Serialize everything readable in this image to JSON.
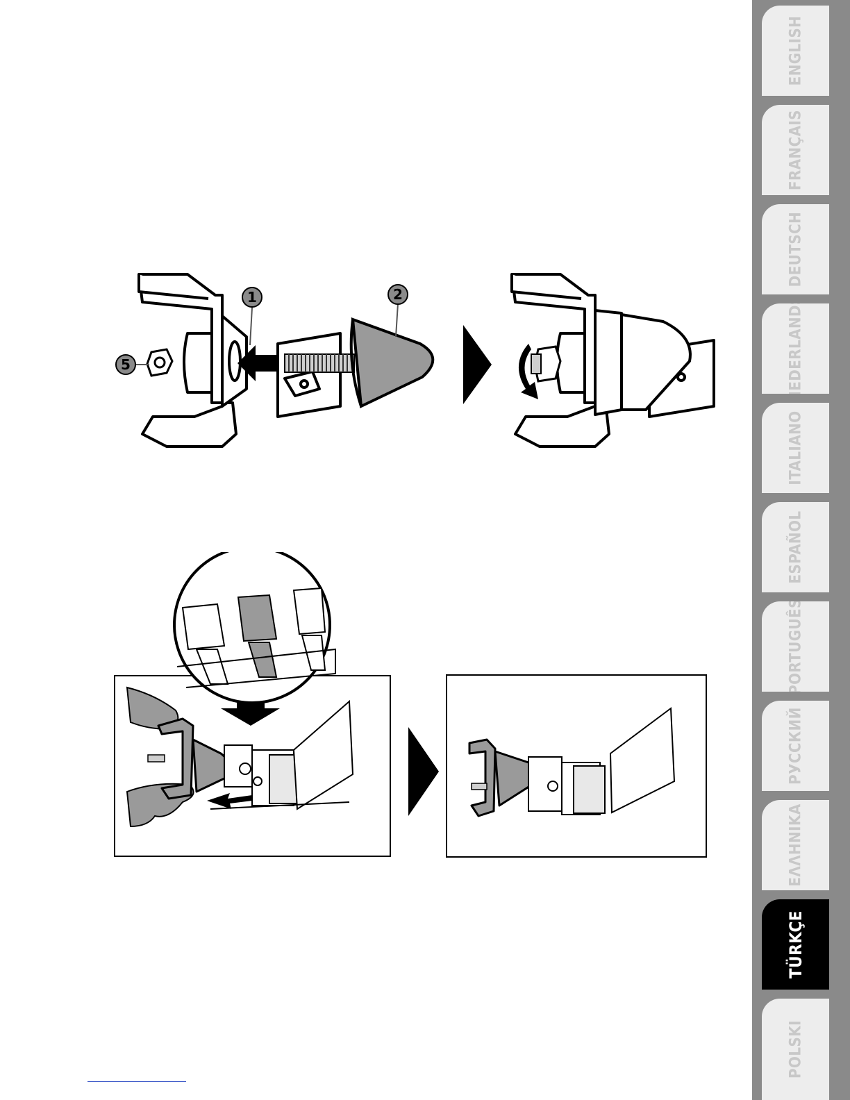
{
  "languages": [
    {
      "label": "ENGLISH",
      "active": false
    },
    {
      "label": "FRANÇAIS",
      "active": false
    },
    {
      "label": "DEUTSCH",
      "active": false
    },
    {
      "label": "NEDERLANDS",
      "active": false
    },
    {
      "label": "ITALIANO",
      "active": false
    },
    {
      "label": "ESPAÑOL",
      "active": false
    },
    {
      "label": "PORTUGUÊS",
      "active": false
    },
    {
      "label": "РУССКИЙ",
      "active": false
    },
    {
      "label": "ΕΛΛΗΝΙΚΑ",
      "active": false
    },
    {
      "label": "TÜRKÇE",
      "active": true
    },
    {
      "label": "POLSKI",
      "active": false
    }
  ],
  "figure1": {
    "callout_1": "1",
    "callout_2": "2",
    "callout_5": "5"
  },
  "colors": {
    "tab_rail": "#8a8a8a",
    "tab_inactive": "#ededed",
    "tab_active": "#000000",
    "part_gray": "#9a9a9a"
  }
}
